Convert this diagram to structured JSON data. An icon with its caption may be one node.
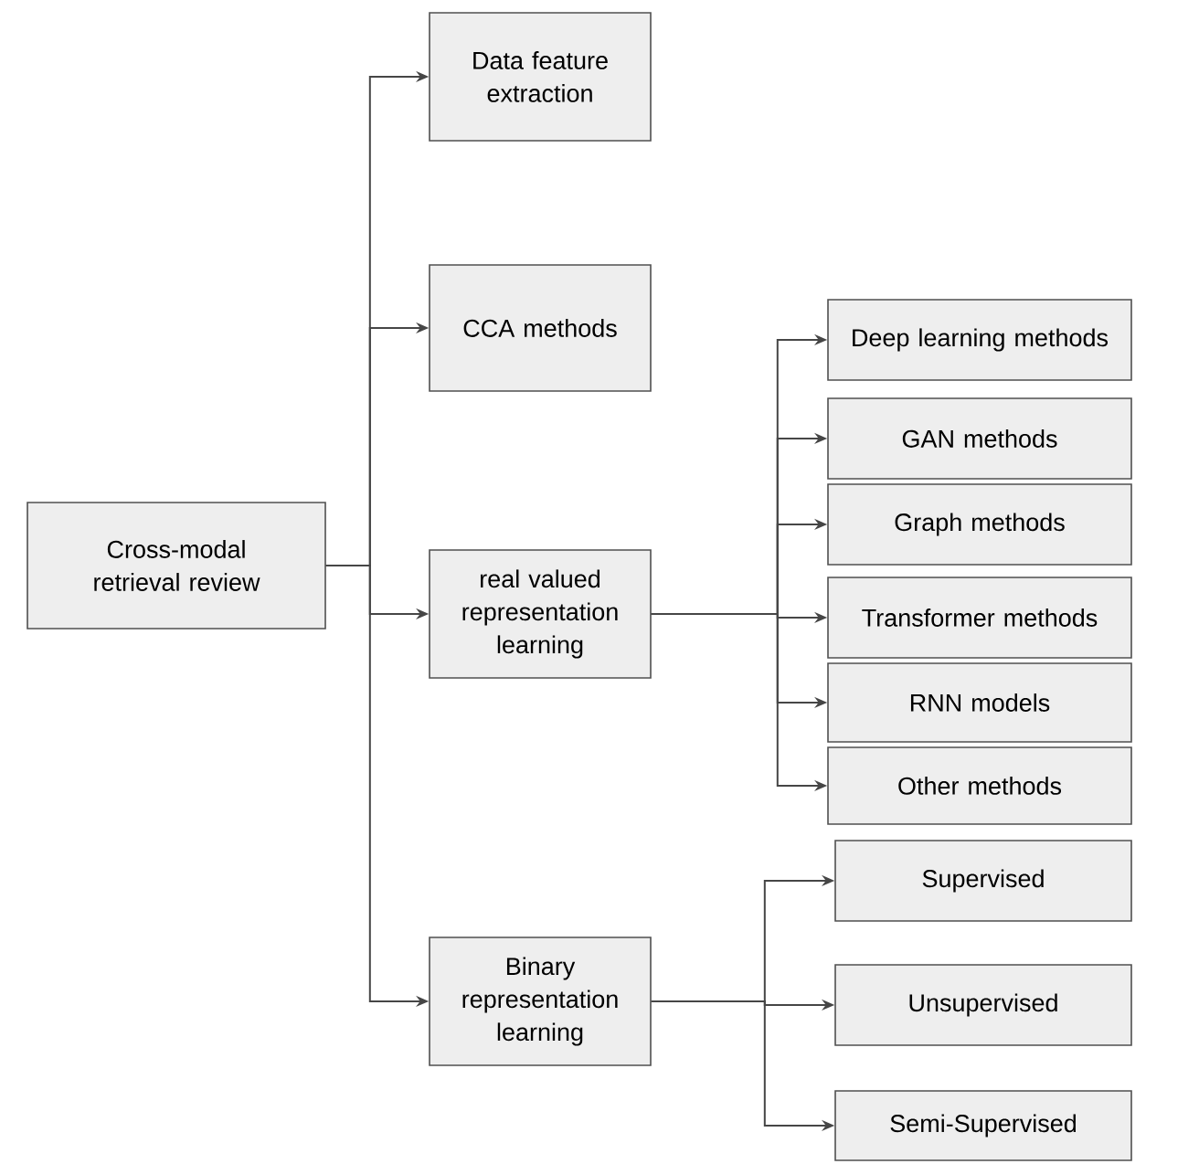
{
  "diagram": {
    "nodes": [
      {
        "text": [
          "Cross-modal retrieval review"
        ]
      },
      {
        "text": [
          "Data feature extraction"
        ]
      },
      {
        "text": [
          "CCA methods"
        ]
      },
      {
        "text": [
          "real valued representation learning"
        ]
      },
      {
        "text": [
          "Binary representation learning"
        ]
      },
      {
        "text": [
          "Deep learning methods"
        ]
      },
      {
        "text": [
          "GAN methods"
        ]
      },
      {
        "text": [
          "Graph methods"
        ]
      },
      {
        "text": [
          "Transformer methods"
        ]
      },
      {
        "text": [
          "RNN models"
        ]
      },
      {
        "text": [
          "Other methods"
        ]
      },
      {
        "text": [
          "Supervised"
        ]
      },
      {
        "text": [
          "Unsupervised"
        ]
      },
      {
        "text": [
          "Semi-Supervised"
        ]
      }
    ],
    "edges": [
      {
        "from": 0,
        "to": 1,
        "arrow": "to"
      },
      {
        "from": 0,
        "to": 2,
        "arrow": "to"
      },
      {
        "from": 0,
        "to": 3,
        "arrow": "to"
      },
      {
        "from": 0,
        "to": 4,
        "arrow": "to"
      },
      {
        "from": 3,
        "to": 5,
        "arrow": "to"
      },
      {
        "from": 3,
        "to": 6,
        "arrow": "to"
      },
      {
        "from": 3,
        "to": 7,
        "arrow": "to"
      },
      {
        "from": 3,
        "to": 8,
        "arrow": "to"
      },
      {
        "from": 3,
        "to": 9,
        "arrow": "to"
      },
      {
        "from": 3,
        "to": 10,
        "arrow": "to"
      },
      {
        "from": 4,
        "to": 11,
        "arrow": "to"
      },
      {
        "from": 4,
        "to": 12,
        "arrow": "to"
      },
      {
        "from": 4,
        "to": 13,
        "arrow": "to"
      }
    ]
  }
}
